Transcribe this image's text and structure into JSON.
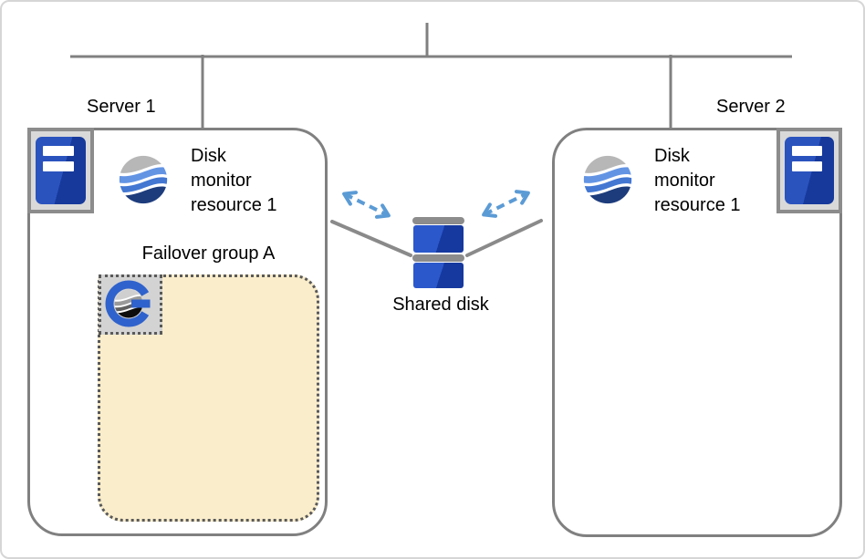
{
  "server1": {
    "label": "Server 1",
    "monitor_lines": [
      "Disk",
      "monitor",
      "resource 1"
    ],
    "failover_group": {
      "label": "Failover group A"
    }
  },
  "server2": {
    "label": "Server 2",
    "monitor_lines": [
      "Disk",
      "monitor",
      "resource 1"
    ]
  },
  "shared_disk": {
    "label": "Shared disk"
  },
  "icons": {
    "server1": "server-tower-icon",
    "server2": "server-tower-icon",
    "monitor": "wave-sphere-icon",
    "failover_group": "group-g-icon",
    "shared_disk": "disk-stack-icon"
  },
  "colors": {
    "line_gray": "#808080",
    "arrow_blue": "#5B9BD5",
    "failover_fill": "#FAEDCB",
    "disk_blue": "#2B58CB",
    "disk_blue_dark": "#16399F",
    "sphere_gray": "#B7B7B7",
    "sphere_light_blue": "#6394E4",
    "sphere_blue": "#4377D2",
    "sphere_navy": "#1D3C7C",
    "g_blue": "#2F62CC"
  }
}
